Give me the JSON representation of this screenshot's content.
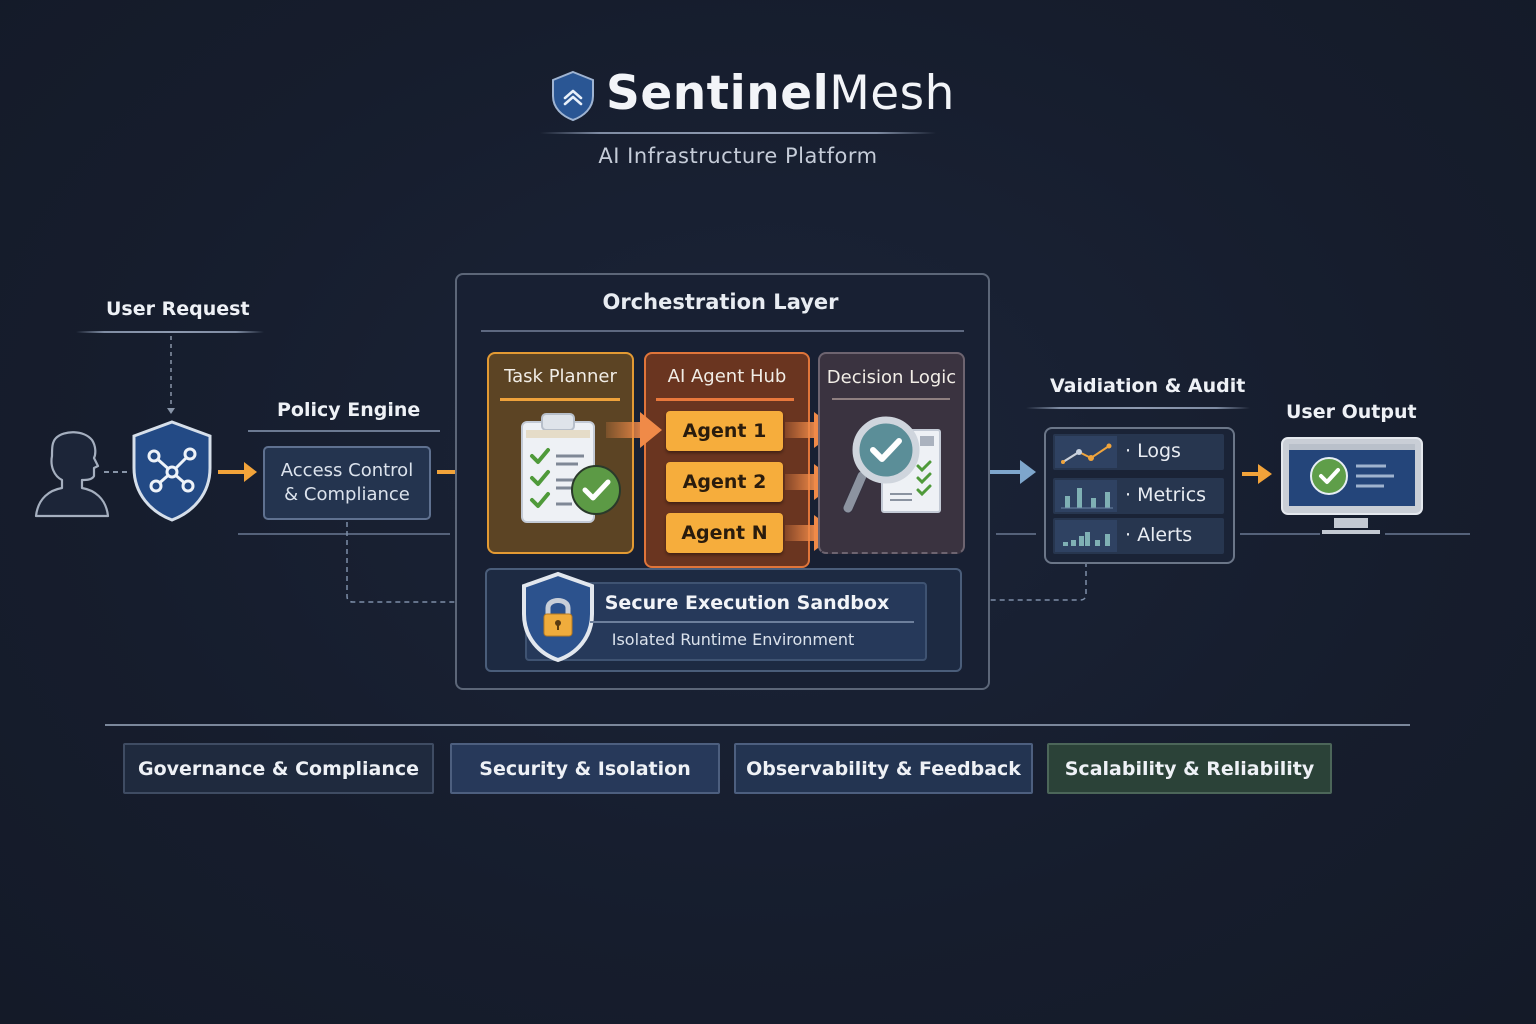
{
  "header": {
    "brand_bold": "Sentinel",
    "brand_light": "Mesh",
    "subtitle": "AI Infrastructure Platform",
    "logo_icon": "shield-chevron-icon"
  },
  "flow": {
    "user_request": {
      "label": "User Request",
      "icons": [
        "user-icon",
        "shield-network-icon"
      ]
    },
    "policy_engine": {
      "label": "Policy Engine",
      "box_line1": "Access Control",
      "box_line2": "& Compliance"
    },
    "orchestration": {
      "title": "Orchestration Layer",
      "task_planner": {
        "title": "Task Planner",
        "icon": "clipboard-check-icon"
      },
      "agent_hub": {
        "title": "AI Agent Hub",
        "agents": [
          "Agent 1",
          "Agent 2",
          "Agent N"
        ]
      },
      "decision_logic": {
        "title": "Decision Logic",
        "icon": "magnifier-check-icon"
      },
      "sandbox": {
        "title": "Secure Execution Sandbox",
        "subtitle": "Isolated Runtime Environment",
        "icon": "shield-lock-icon"
      }
    },
    "validation": {
      "label": "Vaidiation & Audit",
      "items": [
        {
          "label": "· Logs",
          "icon": "line-chart-icon"
        },
        {
          "label": "· Metrics",
          "icon": "bar-chart-icon"
        },
        {
          "label": "· Alerts",
          "icon": "bar-chart-icon"
        }
      ]
    },
    "user_output": {
      "label": "User Output",
      "icon": "monitor-check-icon"
    }
  },
  "pillars": [
    {
      "label": "Governance & Compliance",
      "color": "#1f2a3e"
    },
    {
      "label": "Security & Isolation",
      "color": "#27395a"
    },
    {
      "label": "Observability & Feedback",
      "color": "#233451"
    },
    {
      "label": "Scalability & Reliability",
      "color": "#2b4238"
    }
  ],
  "colors": {
    "background": "#171e2f",
    "accent_orange": "#f2a33a",
    "agent_orange": "#f6ad3c",
    "shield_blue": "#244b86",
    "success_green": "#5c9a45"
  }
}
